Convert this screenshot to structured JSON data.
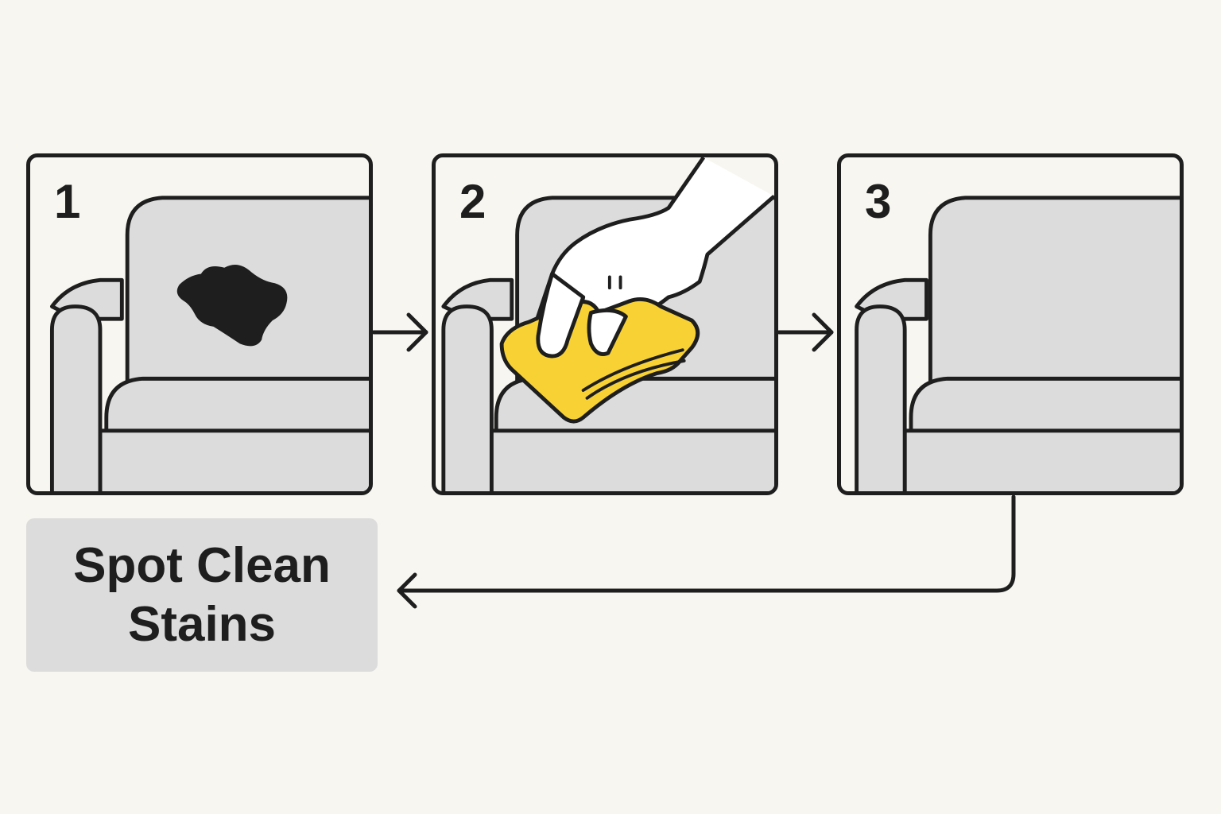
{
  "steps": [
    {
      "number": "1",
      "icon": "stained-armchair-icon"
    },
    {
      "number": "2",
      "icon": "hand-blotting-with-cloth-icon"
    },
    {
      "number": "3",
      "icon": "clean-armchair-icon"
    }
  ],
  "label": {
    "text": "Spot Clean Stains"
  },
  "colors": {
    "background": "#f8f6f1",
    "outline": "#1e1e1e",
    "upholstery": "#dcdcdc",
    "stain": "#1e1e1e",
    "cloth": "#f8d235",
    "label_box": "#dcdcdc"
  }
}
